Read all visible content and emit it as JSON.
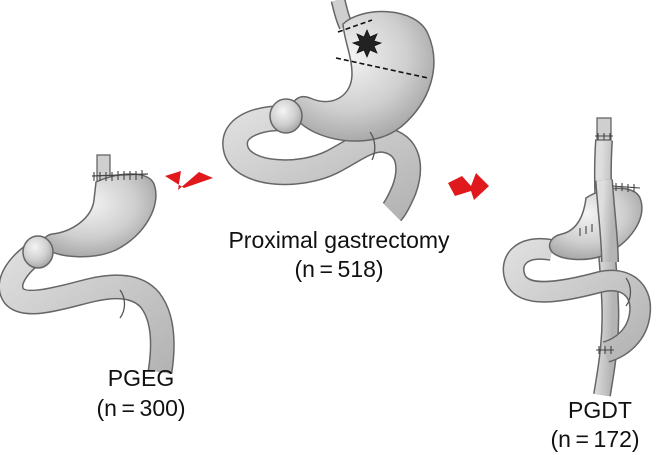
{
  "center": {
    "title": "Proximal gastrectomy",
    "count": "(n = 518)"
  },
  "left": {
    "title": "PGEG",
    "count": "(n = 300)"
  },
  "right": {
    "title": "PGDT",
    "count": "(n = 172)"
  },
  "colors": {
    "arrow": "#e0191c",
    "organ_fill": "#c9c9c9",
    "organ_stroke": "#666666"
  }
}
